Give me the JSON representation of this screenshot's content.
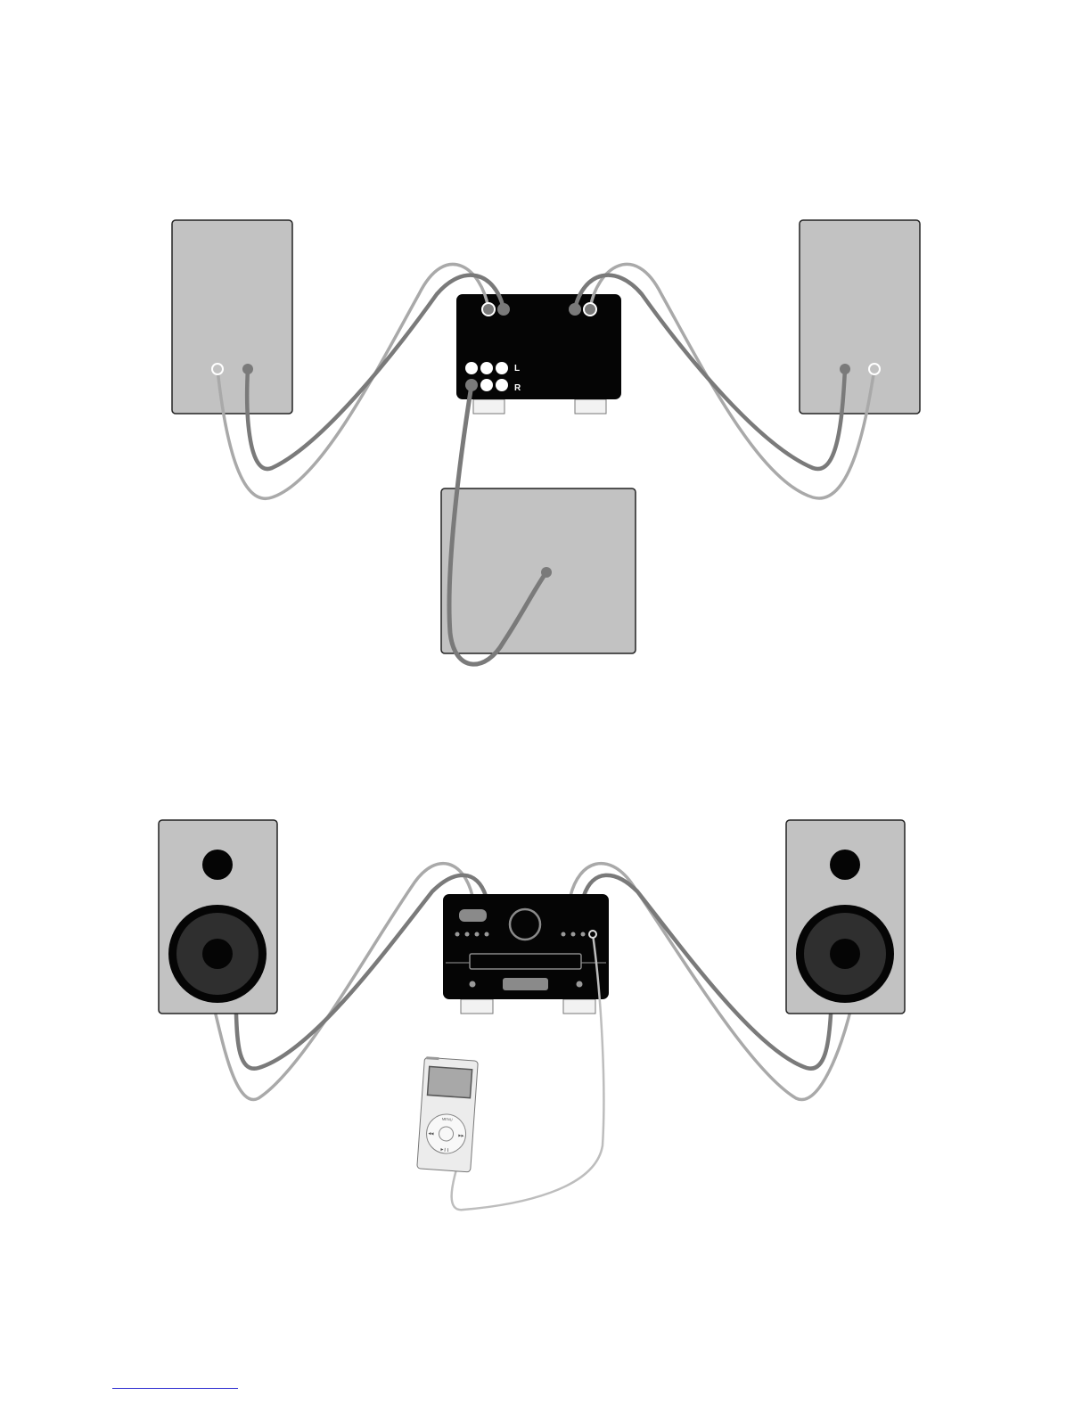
{
  "rear_view": {
    "receiver_jacks": {
      "left_label": "L",
      "right_label": "R"
    }
  },
  "front_view": {
    "ipod": {
      "menu_label": "MENU",
      "play_label": "▶❙❙",
      "prev_label": "◀◀",
      "next_label": "▶▶"
    }
  },
  "colors": {
    "device_gray": "#c2c2c2",
    "receiver_black": "#050505",
    "cable_dark": "#7a7a7a",
    "cable_light": "#a9a9a9",
    "woofer": "#2f2f2f",
    "footer_rule": "#2a2ad0"
  }
}
